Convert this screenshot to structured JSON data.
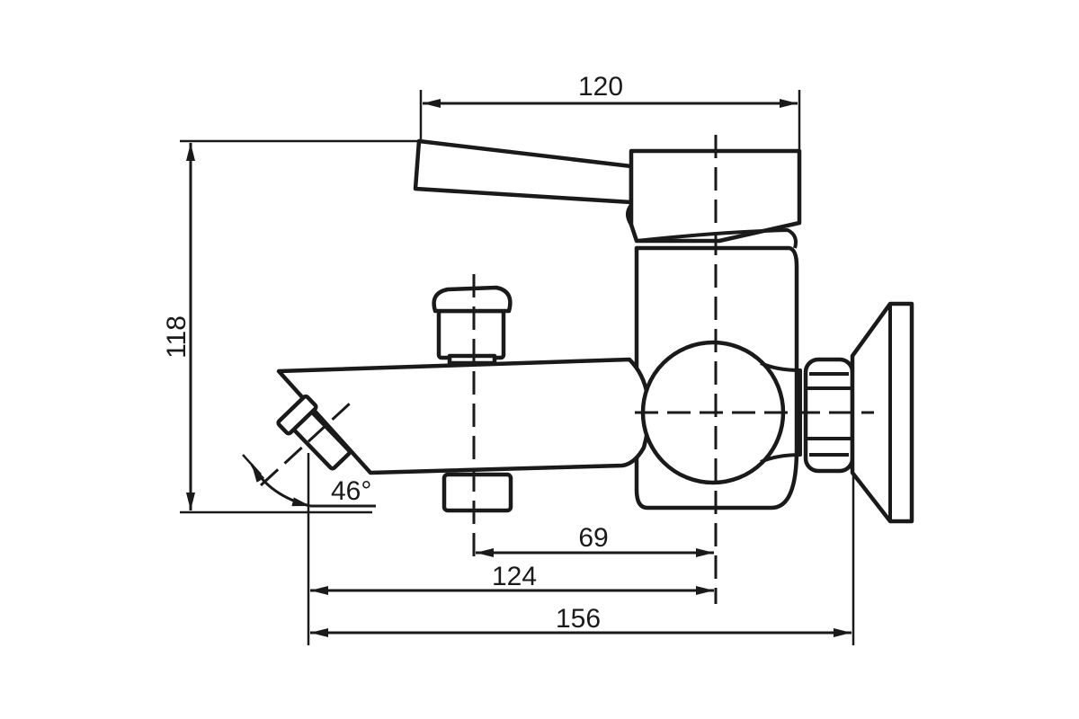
{
  "colors": {
    "line": "#1a1a1a",
    "background": "#ffffff"
  },
  "dimensions": {
    "width_top": "120",
    "height": "118",
    "angle": "46°",
    "offset_69": "69",
    "offset_124": "124",
    "overall_156": "156"
  }
}
